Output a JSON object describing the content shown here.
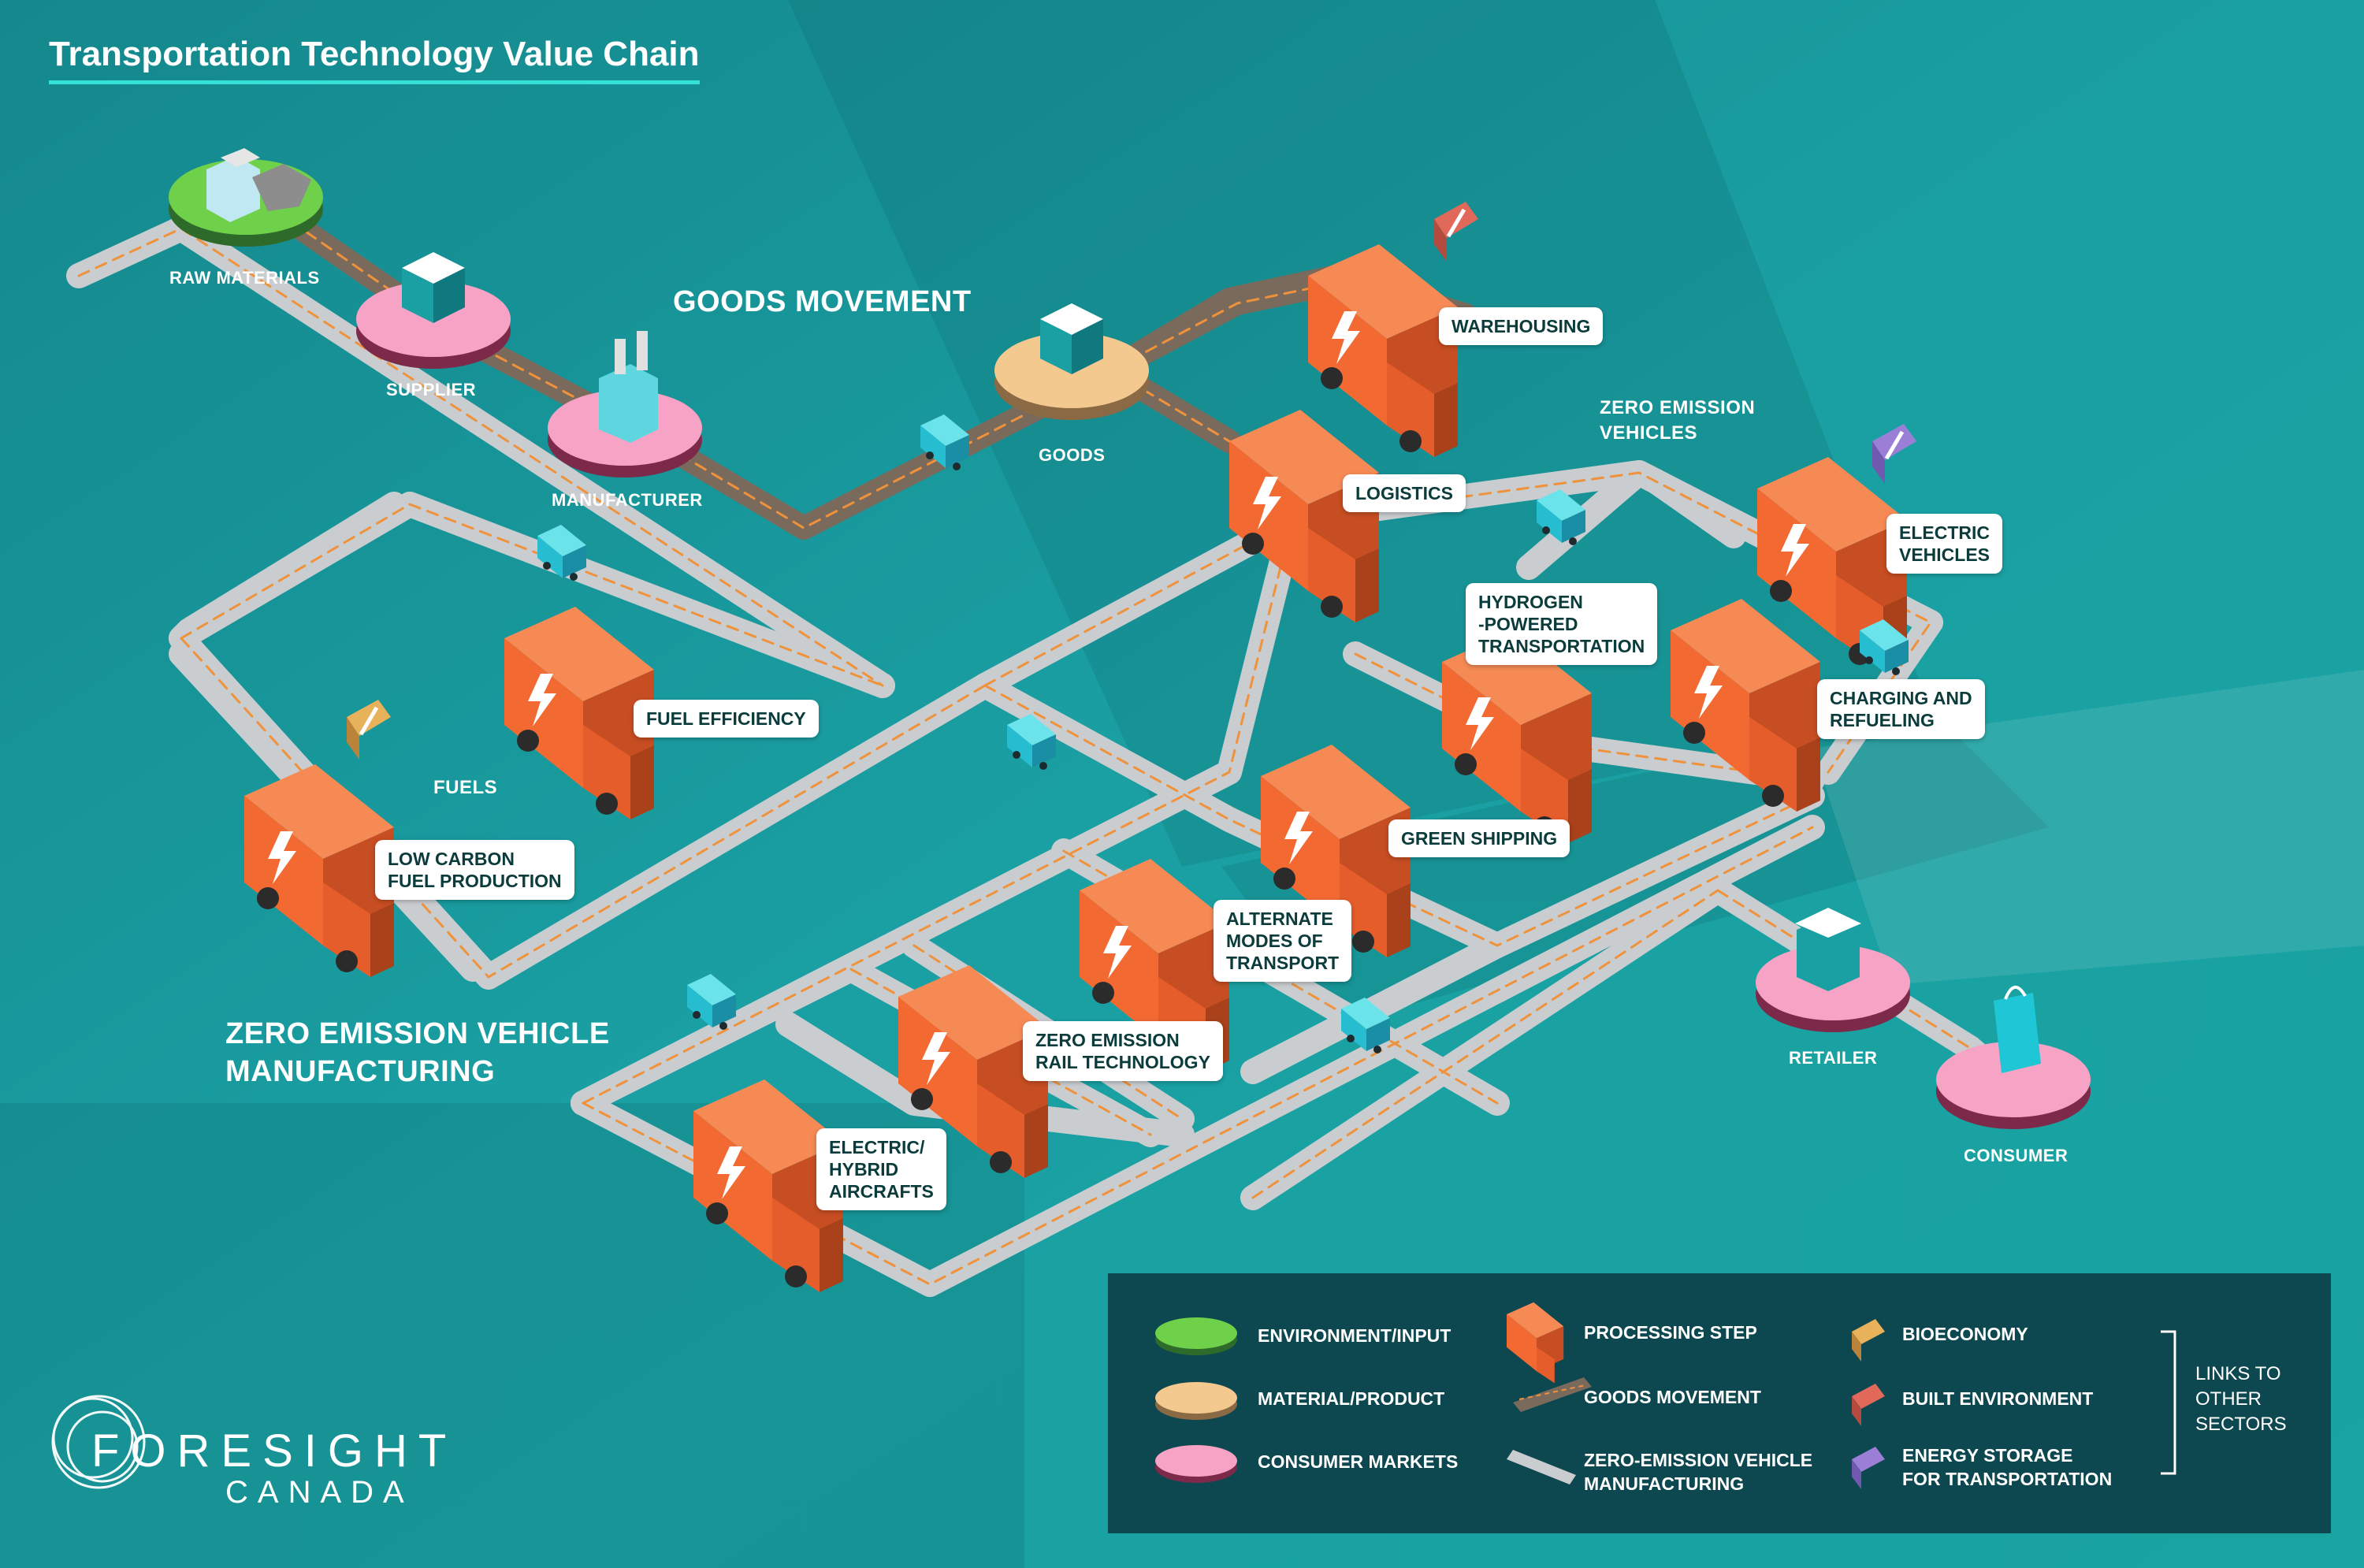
{
  "title": "Transportation Technology Value Chain",
  "sections": {
    "goods_movement": "GOODS MOVEMENT",
    "zev_manufacturing": "ZERO EMISSION VEHICLE\nMANUFACTURING",
    "fuels": "FUELS",
    "zero_emission_vehicles": "ZERO EMISSION\nVEHICLES"
  },
  "nodes": {
    "raw_materials": "RAW MATERIALS",
    "supplier": "SUPPLIER",
    "manufacturer": "MANUFACTURER",
    "goods": "GOODS",
    "retailer": "RETAILER",
    "consumer": "CONSUMER"
  },
  "processing_steps": {
    "warehousing": "WAREHOUSING",
    "logistics": "LOGISTICS",
    "electric_vehicles": "ELECTRIC\nVEHICLES",
    "hydrogen": "HYDROGEN\n-POWERED\nTRANSPORTATION",
    "charging": "CHARGING AND\nREFUELING",
    "fuel_efficiency": "FUEL EFFICIENCY",
    "low_carbon": "LOW CARBON\nFUEL PRODUCTION",
    "green_shipping": "GREEN SHIPPING",
    "alternate_modes": "ALTERNATE\nMODES OF\nTRANSPORT",
    "rail": "ZERO EMISSION\nRAIL TECHNOLOGY",
    "aircraft": "ELECTRIC/\nHYBRID\nAIRCRAFTS"
  },
  "legend": {
    "environment": "ENVIRONMENT/INPUT",
    "material": "MATERIAL/PRODUCT",
    "consumer_markets": "CONSUMER MARKETS",
    "processing_step": "PROCESSING STEP",
    "goods_movement": "GOODS MOVEMENT",
    "zev_manufacturing": "ZERO-EMISSION VEHICLE\nMANUFACTURING",
    "bioeconomy": "BIOECONOMY",
    "built_environment": "BUILT ENVIRONMENT",
    "energy_storage": "ENERGY STORAGE\nFOR TRANSPORTATION",
    "links": "LINKS TO\nOTHER\nSECTORS"
  },
  "logo": {
    "name": "FORESIGHT",
    "sub": "CANADA"
  },
  "colors": {
    "background": "#1a9a9c",
    "truck": "#f26a32",
    "green_platform": "#6fd14a",
    "tan_platform": "#f3c98f",
    "pink_platform": "#f7a3c6",
    "road": "#c9cdd0",
    "dash": "#f0923c",
    "legend_bg": "#0d4750",
    "bioeconomy": "#e8b25a",
    "built_environment": "#e0695a",
    "energy_storage": "#9b7fd6"
  }
}
